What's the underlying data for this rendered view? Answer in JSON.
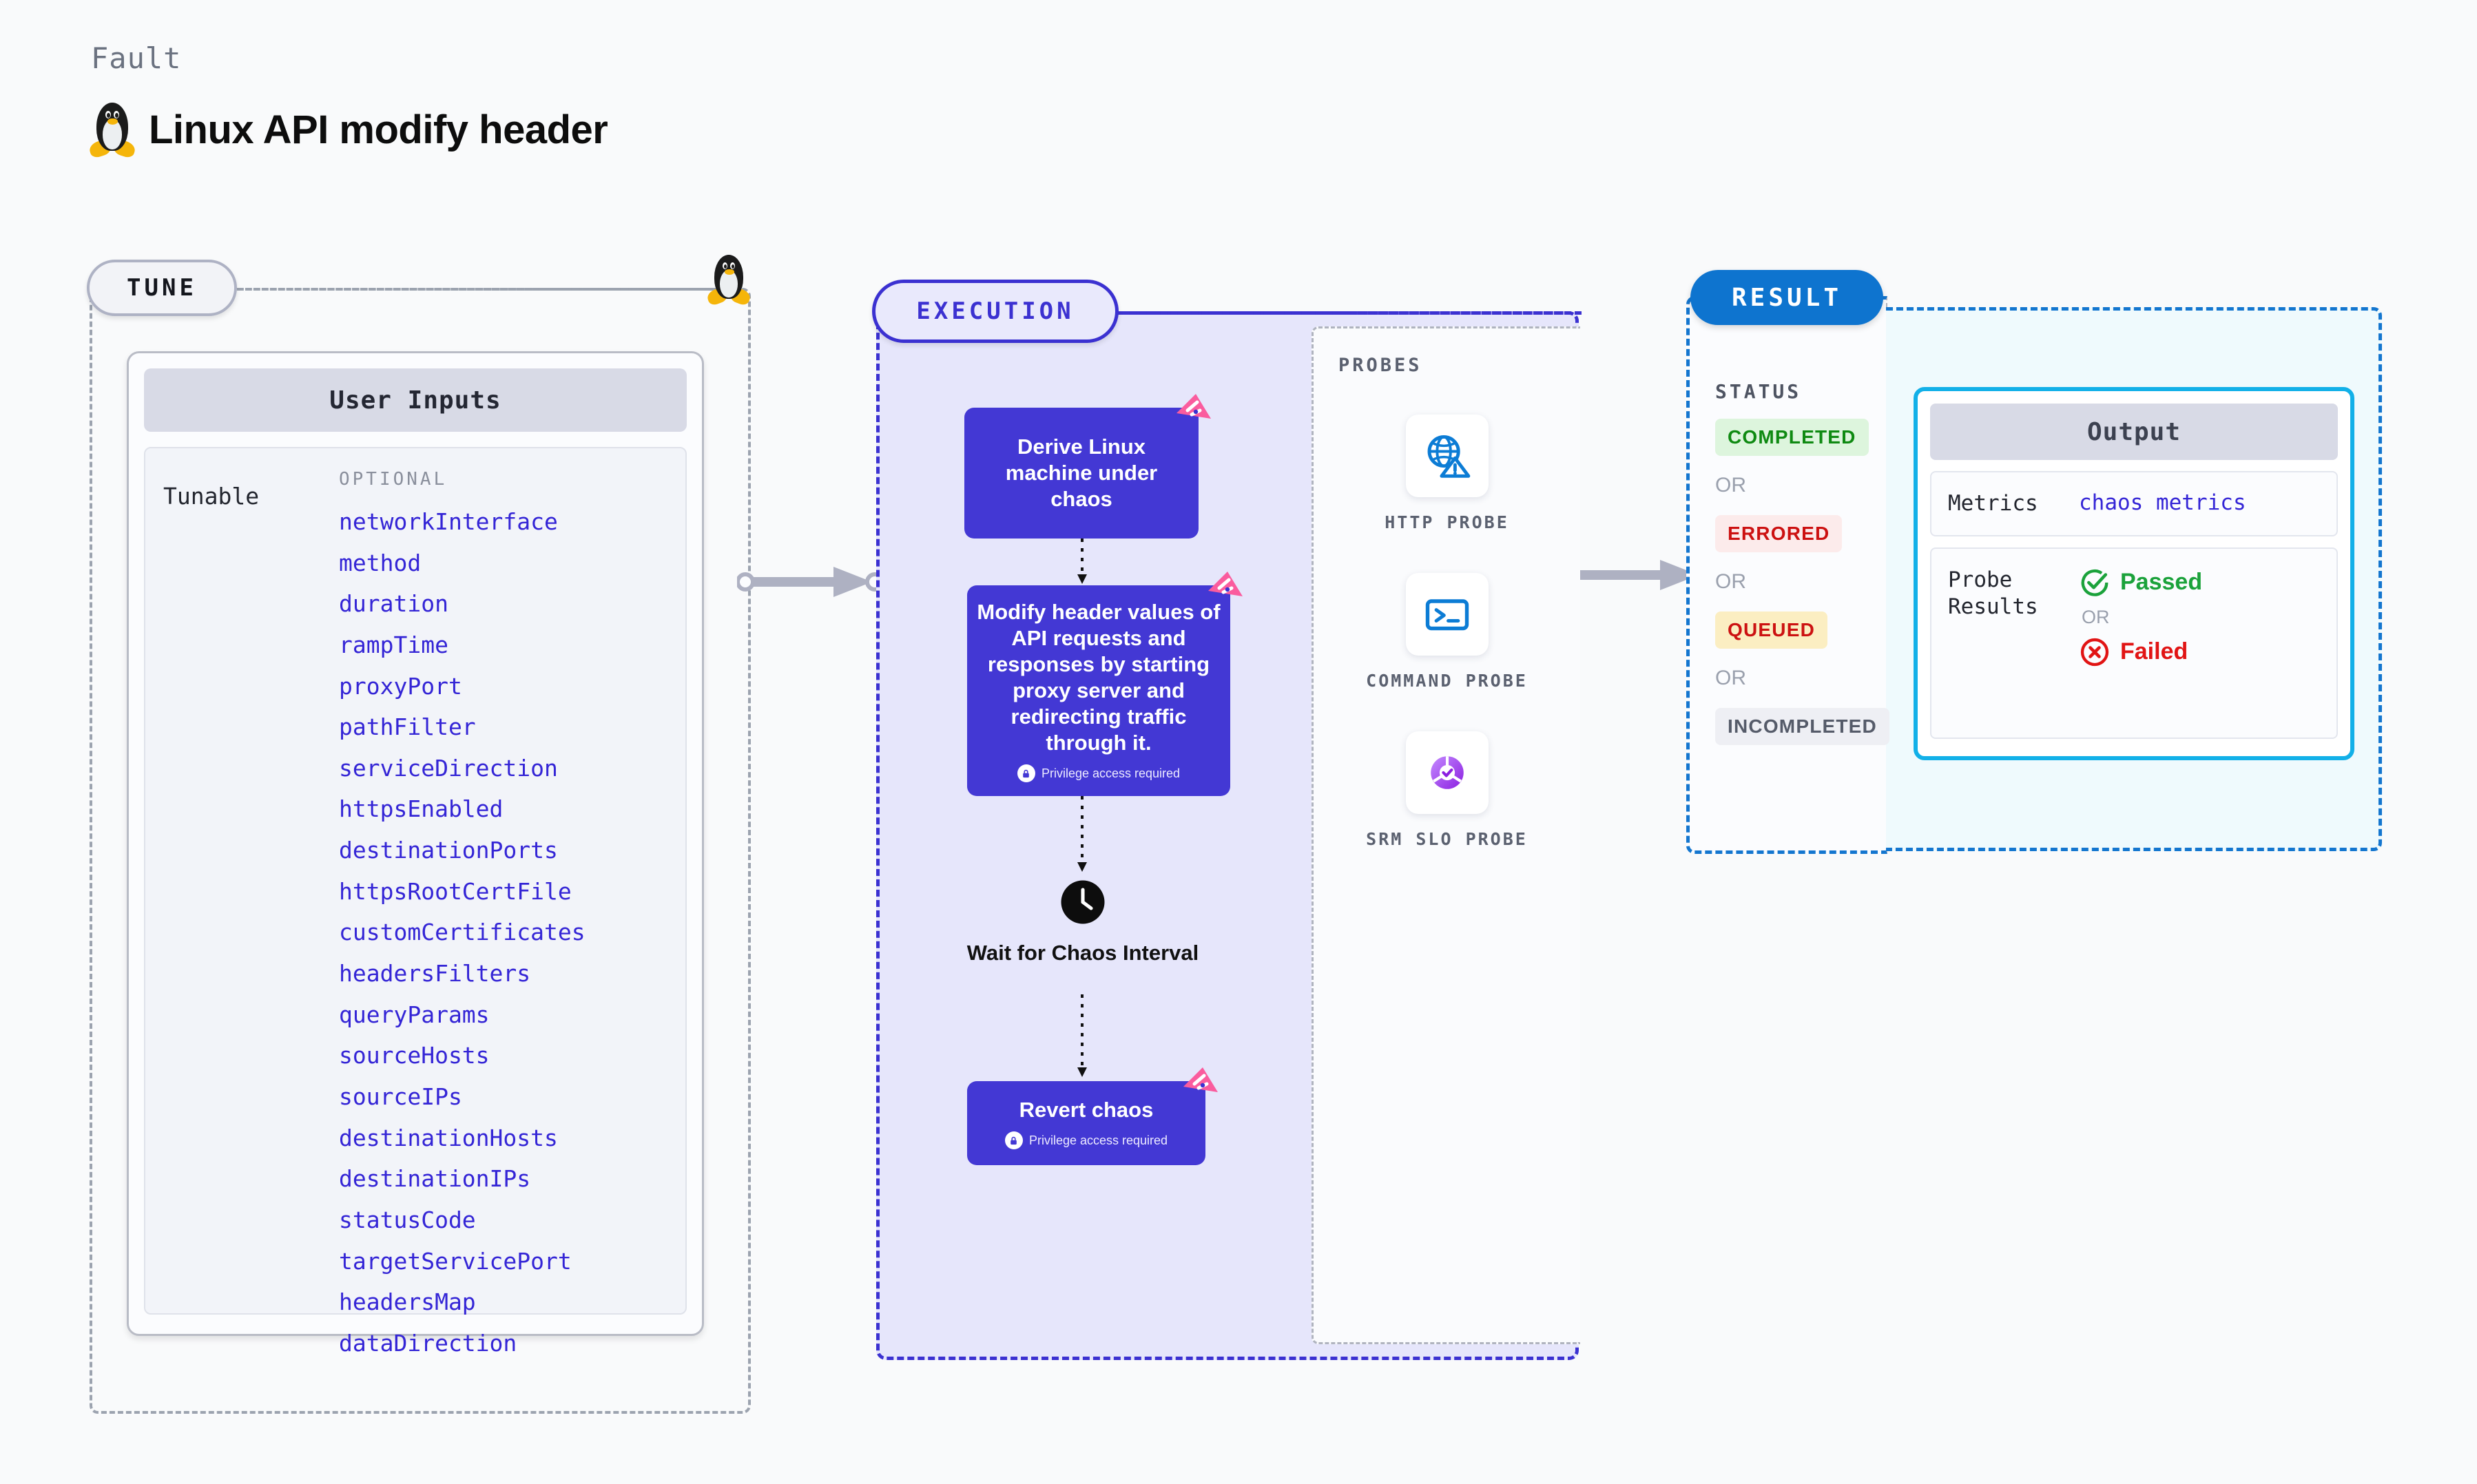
{
  "header": {
    "kicker": "Fault",
    "title": "Linux API modify header",
    "os_icon": "linux-penguin-icon"
  },
  "tune": {
    "badge": "TUNE",
    "card_title": "User Inputs",
    "group_label": "Tunable",
    "optional_label": "OPTIONAL",
    "params": [
      "networkInterface",
      "method",
      "duration",
      "rampTime",
      "proxyPort",
      "pathFilter",
      "serviceDirection",
      "httpsEnabled",
      "destinationPorts",
      "httpsRootCertFile",
      "customCertificates",
      "headersFilters",
      "queryParams",
      "sourceHosts",
      "sourceIPs",
      "destinationHosts",
      "destinationIPs",
      "statusCode",
      "targetServicePort",
      "headersMap",
      "dataDirection"
    ]
  },
  "execution": {
    "badge": "EXECUTION",
    "nodes": [
      {
        "id": "derive",
        "text": "Derive Linux machine under chaos",
        "privilege": null,
        "corner_badge": "litmus-corner-icon"
      },
      {
        "id": "modify",
        "text": "Modify header values of API requests and responses by starting proxy server and redirecting traffic through it.",
        "privilege": "Privilege access required",
        "corner_badge": "litmus-corner-icon"
      },
      {
        "id": "revert",
        "text": "Revert chaos",
        "privilege": "Privilege access required",
        "corner_badge": "litmus-corner-icon"
      }
    ],
    "wait_node": {
      "label": "Wait for Chaos Interval",
      "icon": "clock-icon"
    }
  },
  "probes": {
    "title": "PROBES",
    "items": [
      {
        "label": "HTTP PROBE",
        "icon": "globe-warning-icon"
      },
      {
        "label": "COMMAND PROBE",
        "icon": "terminal-icon"
      },
      {
        "label": "SRM SLO PROBE",
        "icon": "srm-slo-donut-icon"
      }
    ]
  },
  "result": {
    "badge": "RESULT",
    "status_title": "STATUS",
    "or_label": "OR",
    "statuses": [
      {
        "label": "COMPLETED",
        "text_color": "#0f8a12",
        "bg_color": "#ddf5dd"
      },
      {
        "label": "ERRORED",
        "text_color": "#cc1111",
        "bg_color": "#fcebeb"
      },
      {
        "label": "QUEUED",
        "text_color": "#cc1111",
        "bg_color": "#fbeec2"
      },
      {
        "label": "INCOMPLETED",
        "text_color": "#555b69",
        "bg_color": "#eeeff4"
      }
    ],
    "output": {
      "title": "Output",
      "metrics_key": "Metrics",
      "metrics_value": "chaos metrics",
      "probe_results_key": "Probe Results",
      "passed_label": "Passed",
      "failed_label": "Failed",
      "or_label": "OR",
      "passed_color": "#1ba23b",
      "failed_color": "#e11414"
    }
  },
  "colors": {
    "accent_purple": "#3b31d1",
    "node_purple": "#4338d4",
    "result_blue": "#0e74cf",
    "output_cyan": "#12b0e8",
    "param_blue": "#3425d6"
  }
}
